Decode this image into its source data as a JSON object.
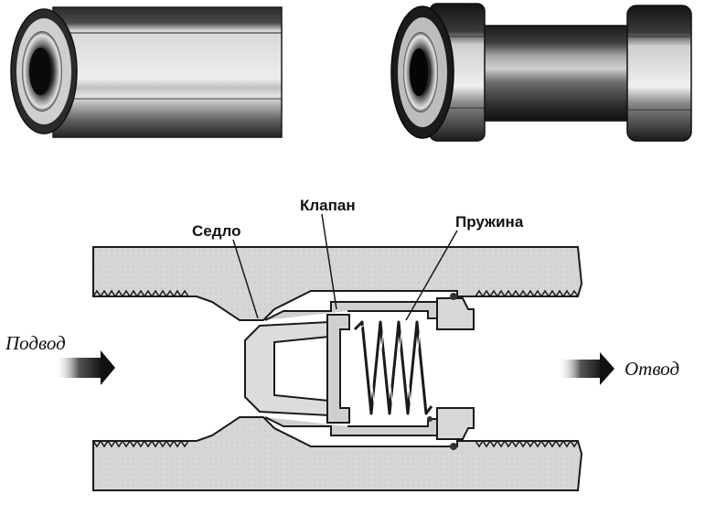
{
  "labels": {
    "seat": "Седло",
    "valve": "Клапан",
    "spring": "Пружина",
    "inlet": "Подвод",
    "outlet": "Отвод"
  },
  "colors": {
    "body_fill": "#d9d9d9",
    "body_dark": "#3a3a3a",
    "outline": "#1a1a1a",
    "cavity": "#ffffff",
    "arrow": "#222222"
  },
  "icons": {
    "inlet_arrow": "arrow-right-icon",
    "outlet_arrow": "arrow-right-icon"
  }
}
